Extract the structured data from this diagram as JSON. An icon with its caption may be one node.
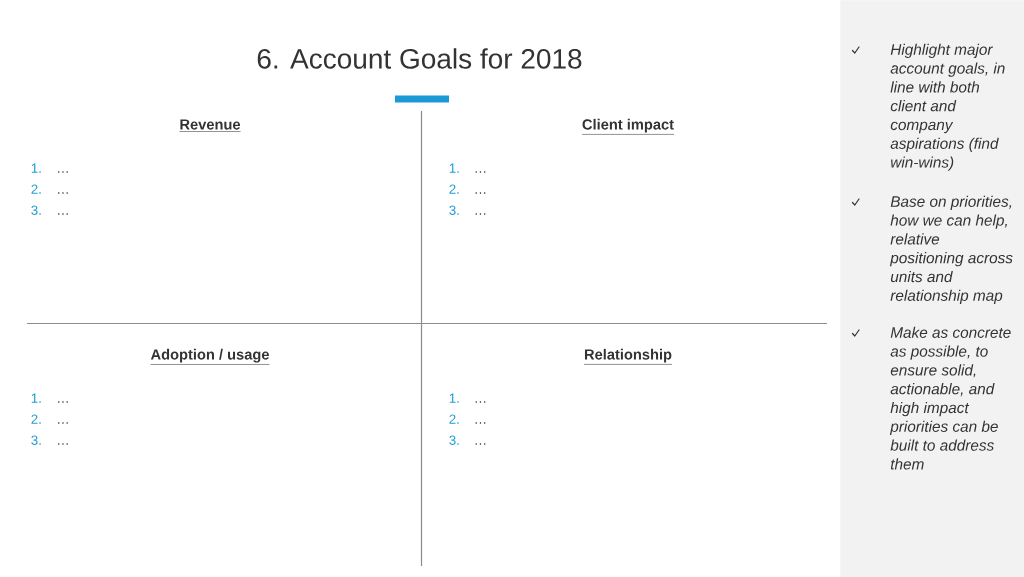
{
  "diagram": {
    "title": "6. Account Goals for 2018",
    "nodes": [
      {
        "text": [
          "Highlight major account goals, in line with both client and company aspirations (find win-wins)",
          "Base on priorities, how we can help, relative positioning across units and relationship map",
          "Make as concrete as possible, to ensure solid, actionable, and high impact priorities can be built to address them"
        ]
      }
    ],
    "labels": [
      "Revenue",
      "1.",
      "…",
      "2.",
      "…",
      "3.",
      "…",
      "Client impact",
      "1.",
      "…",
      "2.",
      "…",
      "3.",
      "…",
      "Adoption / usage",
      "1.",
      "…",
      "2.",
      "…",
      "3.",
      "…",
      "Relationship",
      "1.",
      "…",
      "2.",
      "…",
      "3.",
      "…"
    ]
  }
}
